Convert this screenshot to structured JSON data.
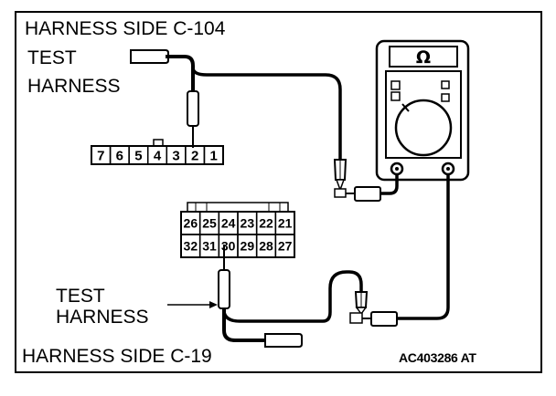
{
  "labels": {
    "harness_side_top": "HARNESS SIDE C-104",
    "test_harness_top_line1": "TEST",
    "test_harness_top_line2": "HARNESS",
    "test_harness_bottom_line1": "TEST",
    "test_harness_bottom_line2": "HARNESS",
    "harness_side_bottom": "HARNESS SIDE C-19",
    "reference_code": "AC403286 AT"
  },
  "connector_c104": {
    "pins": [
      "7",
      "6",
      "5",
      "4",
      "3",
      "2",
      "1"
    ],
    "probed_pin": "2"
  },
  "connector_c19": {
    "top_row": [
      "26",
      "25",
      "24",
      "23",
      "22",
      "21"
    ],
    "bottom_row": [
      "32",
      "31",
      "30",
      "29",
      "28",
      "27"
    ],
    "probed_pin": "30"
  },
  "multimeter": {
    "display_symbol": "Ω",
    "icon": "ohmmeter-icon"
  },
  "colors": {
    "line": "#000000",
    "background": "#ffffff"
  }
}
